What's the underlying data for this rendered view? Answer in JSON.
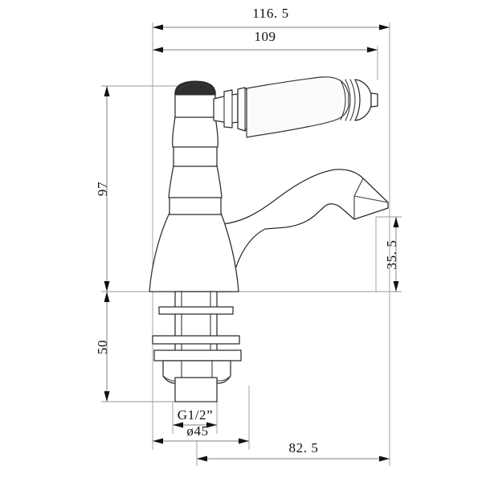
{
  "drawing": {
    "title": "Basin Tap Dimensional Drawing",
    "units": "mm",
    "background_color": "#ffffff",
    "line_color": "#2b2b2b",
    "dimension_color": "#111111",
    "extension_line_color": "#9a9a9a"
  },
  "dimensions": {
    "overall_width": {
      "label": "116. 5",
      "value": 116.5,
      "orientation": "horizontal",
      "position": "top"
    },
    "handle_reach": {
      "label": "109",
      "value": 109,
      "orientation": "horizontal",
      "position": "top"
    },
    "body_height": {
      "label": "97",
      "value": 97,
      "orientation": "vertical",
      "position": "left"
    },
    "shank_length": {
      "label": "50",
      "value": 50,
      "orientation": "vertical",
      "position": "left"
    },
    "spout_height": {
      "label": "35. 5",
      "value": 35.5,
      "orientation": "vertical",
      "position": "right"
    },
    "thread_size": {
      "label": "G1/2”",
      "value": "G1/2\"",
      "orientation": "horizontal",
      "position": "bottom"
    },
    "base_diameter": {
      "label": "ø45",
      "value": 45,
      "orientation": "horizontal",
      "position": "bottom"
    },
    "spout_reach": {
      "label": "82. 5",
      "value": 82.5,
      "orientation": "horizontal",
      "position": "bottom"
    }
  },
  "parts": [
    {
      "name": "bonnet-cap",
      "description": "dark domed cap at top of valve body"
    },
    {
      "name": "valve-body",
      "description": "vertical cylindrical tap body with waisted profile"
    },
    {
      "name": "lever-handle",
      "description": "angled porcelain lever handle with ribbed collar"
    },
    {
      "name": "handle-flange",
      "description": "round flange plate at handle base"
    },
    {
      "name": "handle-end-cap",
      "description": "ribbed ball end cap of lever handle"
    },
    {
      "name": "spout",
      "description": "curved outlet spout with flat lip"
    },
    {
      "name": "mounting-shank",
      "description": "threaded shank below deck"
    },
    {
      "name": "washer-upper",
      "description": "upper flat washer"
    },
    {
      "name": "washer-middle",
      "description": "middle flat washer"
    },
    {
      "name": "washer-lower",
      "description": "lower flat washer / backnut plate"
    },
    {
      "name": "hex-nut",
      "description": "hexagonal fixing nut"
    },
    {
      "name": "thread-stub",
      "description": "G1/2 inch threaded tail"
    }
  ]
}
